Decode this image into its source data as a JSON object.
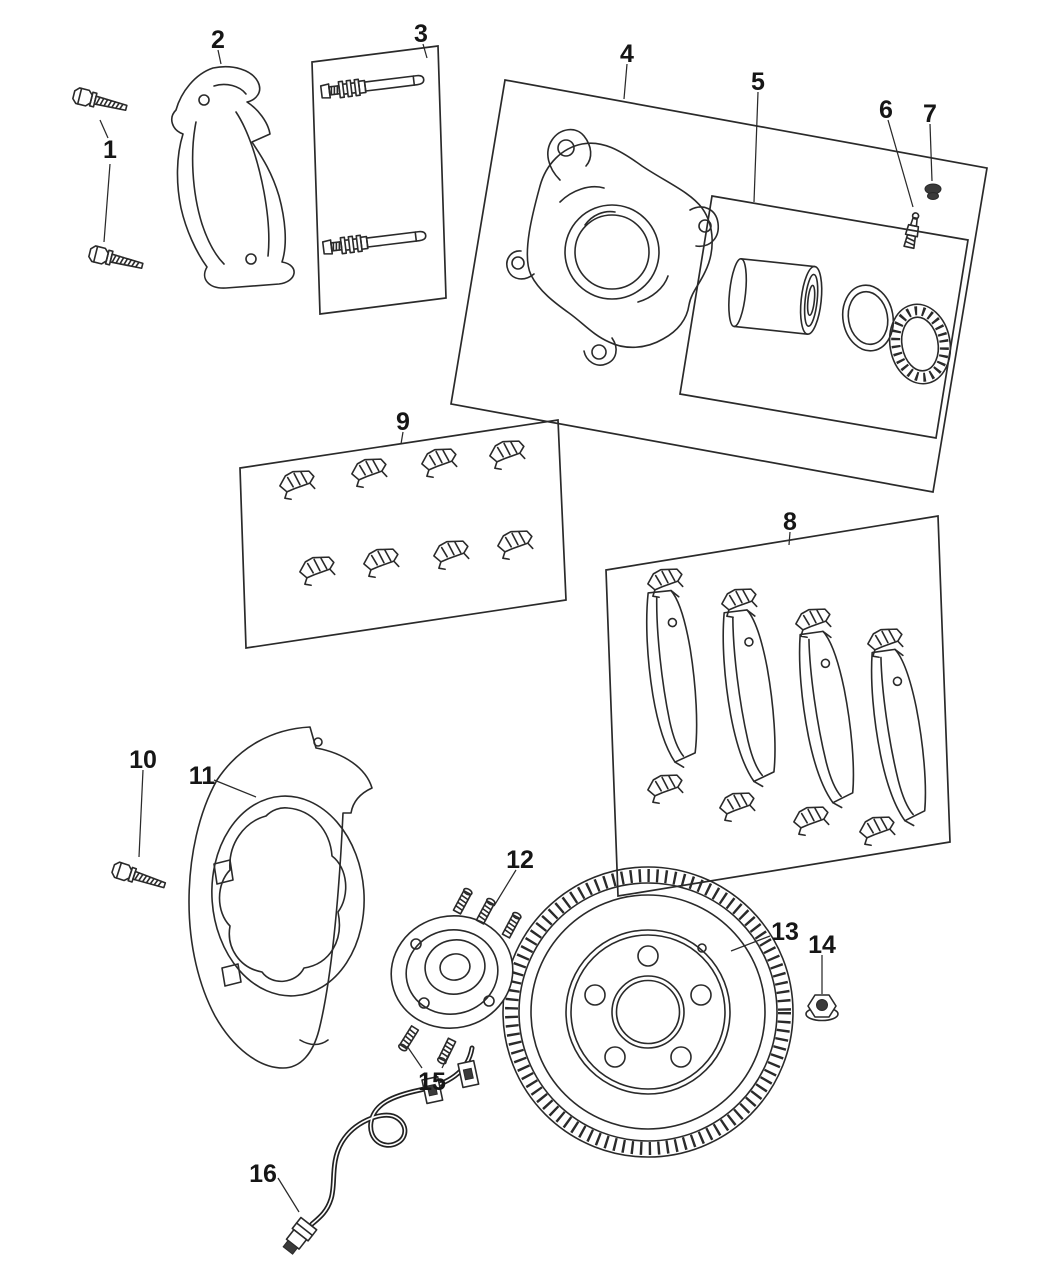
{
  "diagram": {
    "background_color": "#ffffff",
    "line_color": "#2a2a2a",
    "callouts": [
      {
        "label": "1"
      },
      {
        "label": "2"
      },
      {
        "label": "3"
      },
      {
        "label": "4"
      },
      {
        "label": "5"
      },
      {
        "label": "6"
      },
      {
        "label": "7"
      },
      {
        "label": "8"
      },
      {
        "label": "9"
      },
      {
        "label": "10"
      },
      {
        "label": "11"
      },
      {
        "label": "12"
      },
      {
        "label": "13"
      },
      {
        "label": "14"
      },
      {
        "label": "15"
      },
      {
        "label": "16"
      }
    ]
  }
}
